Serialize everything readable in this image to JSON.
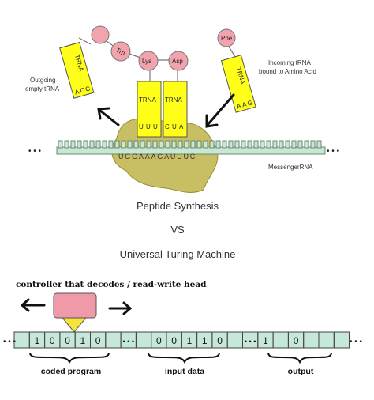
{
  "title": "Peptide Synthesis",
  "versus": "VS",
  "subtitle": "Universal Turing Machine",
  "biology": {
    "amino_acids": [
      "Trp",
      "Lys",
      "Asp",
      "Phe"
    ],
    "trna_label": "TRNA",
    "outgoing_label_1": "Outgoing",
    "outgoing_label_2": "empty tRNA",
    "outgoing_anticodon": [
      "A",
      "C",
      "C"
    ],
    "incoming_label_1": "Incoming  tRNA",
    "incoming_label_2": "bound to Amino Acid",
    "incoming_anticodon": [
      "A",
      "A",
      "G"
    ],
    "left_anticodon": [
      "U",
      "U",
      "U"
    ],
    "right_anticodon": [
      "C",
      "U",
      "A"
    ],
    "mrna_sequence": "UGGAAAGAUUUC",
    "mrna_label": "MessengerRNA",
    "ellipsis": "• • •"
  },
  "turing": {
    "head_label": "controller that decodes / read-write head",
    "ellipsis": "• • •",
    "tape_cells": [
      "",
      "1",
      "0",
      "0",
      "1",
      "0",
      "",
      "• • •",
      "",
      "0",
      "0",
      "1",
      "1",
      "0",
      "",
      "• • •",
      "1",
      "",
      "0",
      "",
      "",
      ""
    ],
    "label_program": "coded program",
    "label_input": "input data",
    "label_output": "output"
  },
  "colors": {
    "trna_yellow": "#ffff1a",
    "amino_pink": "#f2a3ad",
    "ribosome_olive": "#c8bf64",
    "mrna_green": "#c9e8d3",
    "tape_green": "#c6e8d8",
    "head_pink": "#ee9aa8",
    "head_yellow": "#f5e43c"
  }
}
